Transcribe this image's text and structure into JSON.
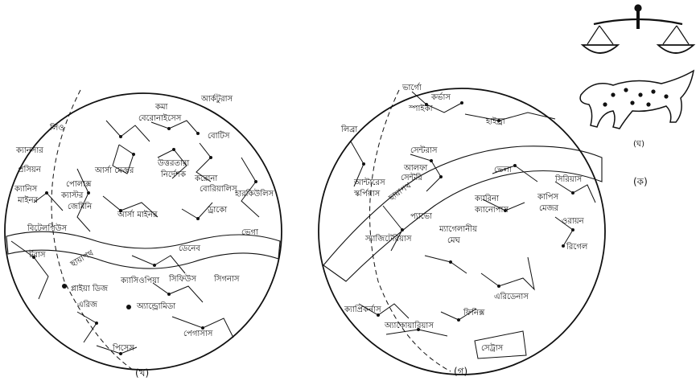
{
  "panel_a": {
    "caption": "(ঘ)",
    "side_label": "(ক)"
  },
  "panel_kh": {
    "caption": "(খ)",
    "labels": [
      "কমা",
      "বেরোনাইসেস",
      "আর্কটুরাস",
      "বোটিস",
      "লিও",
      "ক্যানসার",
      "প্রসিয়ন",
      "করোনা",
      "বোরিয়ালিস",
      "আর্সা মেজর",
      "উত্তরতারা",
      "নির্দেশক",
      "পোলাক্স",
      "ক্যাস্টর",
      "জেমিনি",
      "ক্যানিস",
      "মাইনর",
      "হারকিউলিস",
      "আর্সা মাইনর",
      "ড্রাকো",
      "ভেগা",
      "বিটেলগিউস",
      "টরাস",
      "ডেনেব",
      "ক্যাসিওপিয়া",
      "সিফিউস",
      "সিগনাস",
      "প্লাইয়া ডিজ",
      "এরিজ",
      "অ্যান্ড্রোমিডা",
      "পেগাসাস",
      "পিসেস",
      "ছায়াপথ"
    ]
  },
  "panel_g": {
    "caption": "(গ)",
    "labels": [
      "কর্ভাস",
      "স্পাইকা",
      "হাইড্রা",
      "লিব্রা",
      "ভার্গো",
      "সেন্টরাস",
      "আলফা",
      "সেন্টরি",
      "ভেলা",
      "সিরিয়াস",
      "কাপিস",
      "মেজর",
      "ক্যারিনা",
      "ক্যানোপাস",
      "ওরায়ন",
      "আন্টারেস",
      "স্কর্পিয়াস",
      "প্যাভো",
      "ম্যাগেলানীয়",
      "মেঘ",
      "স্যাজিটেরিয়াস",
      "রিগেল",
      "ক্যাপ্রিকর্নাস",
      "এরিডেনাস",
      "ফিনিক্স",
      "অ্যাকোয়ারিয়াস",
      "সেট্রাস",
      "ছায়াপথ"
    ]
  }
}
